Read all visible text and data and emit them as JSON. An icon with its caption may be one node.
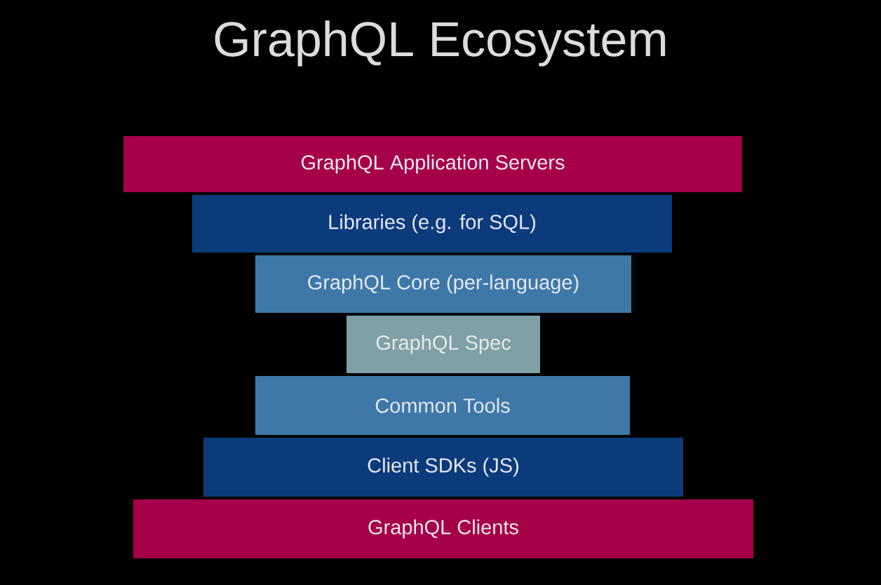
{
  "diagram": {
    "title": "GraphQL Ecosystem",
    "nodes": [
      {
        "text": [
          "GraphQL Application Servers"
        ]
      },
      {
        "text": [
          "Libraries (e.g. for SQL)"
        ]
      },
      {
        "text": [
          "GraphQL Core (per-language)"
        ]
      },
      {
        "text": [
          "GraphQL Spec"
        ]
      },
      {
        "text": [
          "Common Tools"
        ]
      },
      {
        "text": [
          "Client SDKs (JS)"
        ]
      },
      {
        "text": [
          "GraphQL Clients"
        ]
      }
    ]
  }
}
